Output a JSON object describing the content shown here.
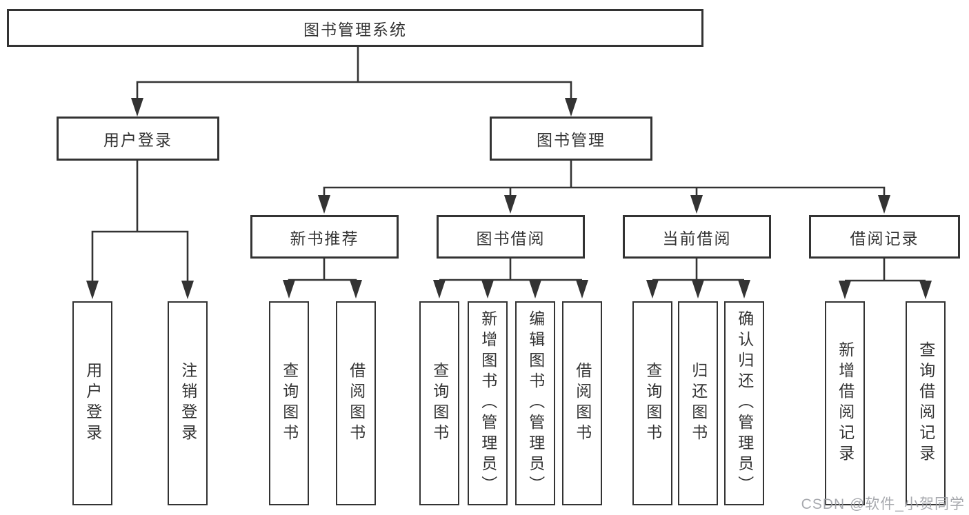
{
  "diagram": {
    "title_node": "图书管理系统",
    "nodes": {
      "user_login": "用户登录",
      "book_management": "图书管理",
      "new_book_recommend": "新书推荐",
      "book_borrowing": "图书借阅",
      "current_borrowing": "当前借阅",
      "borrowing_records": "借阅记录"
    },
    "leaves": {
      "user_login_children": [
        "用户登录",
        "注销登录"
      ],
      "new_book_children": [
        "查询图书",
        "借阅图书"
      ],
      "book_borrowing_children": [
        "查询图书",
        "新增图书（管理员）",
        "编辑图书（管理员）",
        "借阅图书"
      ],
      "current_borrowing_children": [
        "查询图书",
        "归还图书",
        "确认归还（管理员）"
      ],
      "borrowing_records_children": [
        "新增借阅记录",
        "查询借阅记录"
      ]
    },
    "watermark": "CSDN @软件_小贺同学",
    "colors": {
      "line": "#333333",
      "text": "#333333",
      "background": "#ffffff",
      "watermark": "#9b9da3"
    }
  }
}
